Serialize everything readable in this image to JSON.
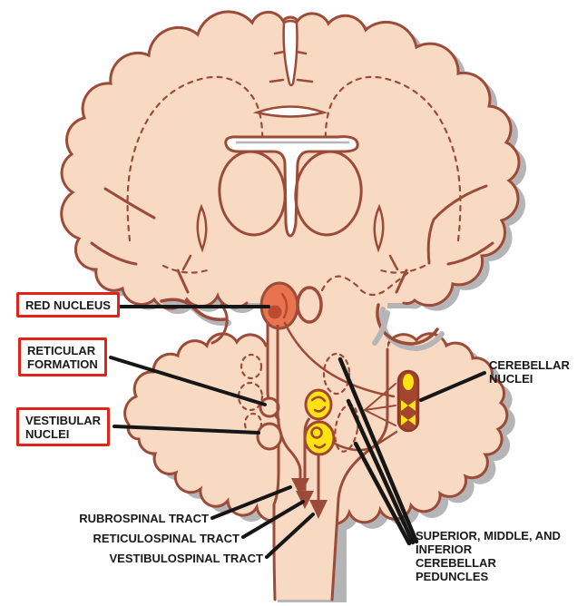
{
  "diagram": {
    "description": "Coronal section of the brain and cerebellum showing the red nucleus, reticular formation, vestibular nuclei, cerebellar nuclei, cerebellar peduncles, and the descending rubrospinal, reticulospinal and vestibulospinal tracts.",
    "colors": {
      "brain_fill": "#F8DAC2",
      "outline_brown": "#9C4B38",
      "shadow_gray": "#B5B5B7",
      "red_nucleus_fill": "#E7744F",
      "red_nucleus_inner": "#BB4A31",
      "nuclei_yellow": "#FFE211",
      "capsule_brown": "#A3452F",
      "label_box_border": "#E02417",
      "leader_black": "#161616"
    },
    "labels": {
      "red_nucleus": {
        "lines": [
          "RED NUCLEUS"
        ]
      },
      "reticular_formation": {
        "lines": [
          "RETICULAR",
          "FORMATION"
        ]
      },
      "vestibular_nuclei": {
        "lines": [
          "VESTIBULAR",
          "NUCLEI"
        ]
      },
      "cerebellar_nuclei": {
        "lines": [
          "CEREBELLAR",
          "NUCLEI"
        ]
      },
      "rubrospinal_tract": {
        "lines": [
          "RUBROSPINAL TRACT"
        ]
      },
      "reticulospinal_tract": {
        "lines": [
          "RETICULOSPINAL TRACT"
        ]
      },
      "vestibulospinal_tract": {
        "lines": [
          "VESTIBULOSPINAL TRACT"
        ]
      },
      "cerebellar_peduncles": {
        "lines": [
          "SUPERIOR, MIDDLE, AND",
          "INFERIOR",
          "CEREBELLAR",
          "PEDUNCLES"
        ]
      }
    }
  }
}
